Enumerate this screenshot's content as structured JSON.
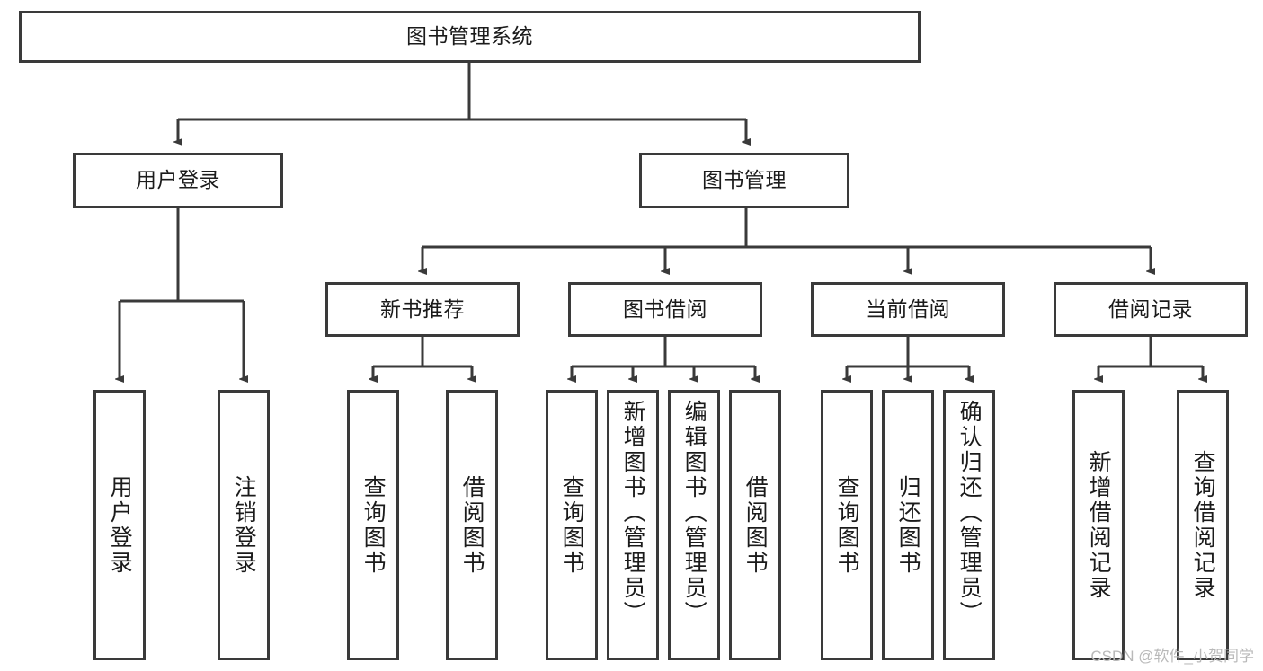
{
  "diagram": {
    "type": "tree-hierarchy-chart",
    "title": "图书管理系统",
    "stroke_color": "#3a3a3a",
    "background_color": "#ffffff",
    "watermark": "CSDN @软件_小贺同学",
    "levels": {
      "root": {
        "label": "图书管理系统"
      },
      "level2": [
        {
          "label": "用户登录"
        },
        {
          "label": "图书管理"
        }
      ],
      "level3": [
        {
          "label": "新书推荐"
        },
        {
          "label": "图书借阅"
        },
        {
          "label": "当前借阅"
        },
        {
          "label": "借阅记录"
        }
      ],
      "leaves": {
        "user_login": [
          {
            "label": "用户登录"
          },
          {
            "label": "注销登录"
          }
        ],
        "new_book_recommend": [
          {
            "label": "查询图书"
          },
          {
            "label": "借阅图书"
          }
        ],
        "book_borrow": [
          {
            "label": "查询图书"
          },
          {
            "label": "新增图书（管理员）"
          },
          {
            "label": "编辑图书（管理员）"
          },
          {
            "label": "借阅图书"
          }
        ],
        "current_borrow": [
          {
            "label": "查询图书"
          },
          {
            "label": "归还图书"
          },
          {
            "label": "确认归还（管理员）"
          }
        ],
        "borrow_record": [
          {
            "label": "新增借阅记录"
          },
          {
            "label": "查询借阅记录"
          }
        ]
      }
    }
  }
}
